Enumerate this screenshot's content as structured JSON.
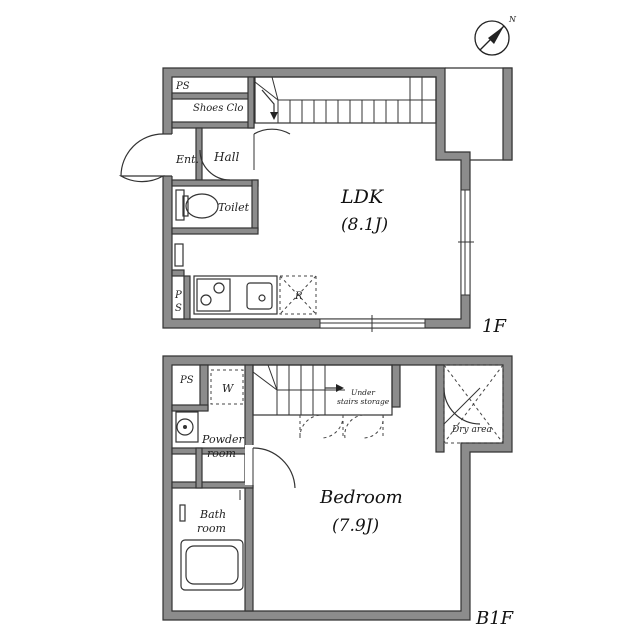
{
  "compass": {
    "north": "N"
  },
  "floor1": {
    "floor_label": "1F",
    "rooms": {
      "ps_top": "PS",
      "shoes": "Shoes Clo",
      "ent": "Ent.",
      "hall": "Hall",
      "toilet": "Toilet",
      "ldk": "LDK",
      "ldk_size": "(8.1J)",
      "ps_bottom_1": "P",
      "ps_bottom_2": "S",
      "fridge": "R"
    }
  },
  "floor2": {
    "floor_label": "B1F",
    "rooms": {
      "ps": "PS",
      "washer": "W",
      "under_stairs_1": "Under",
      "under_stairs_2": "stairs storage",
      "powder_1": "Powder",
      "powder_2": "room",
      "bath_1": "Bath",
      "bath_2": "room",
      "dry": "Dry area",
      "bedroom": "Bedroom",
      "bedroom_size": "(7.9J)"
    }
  }
}
